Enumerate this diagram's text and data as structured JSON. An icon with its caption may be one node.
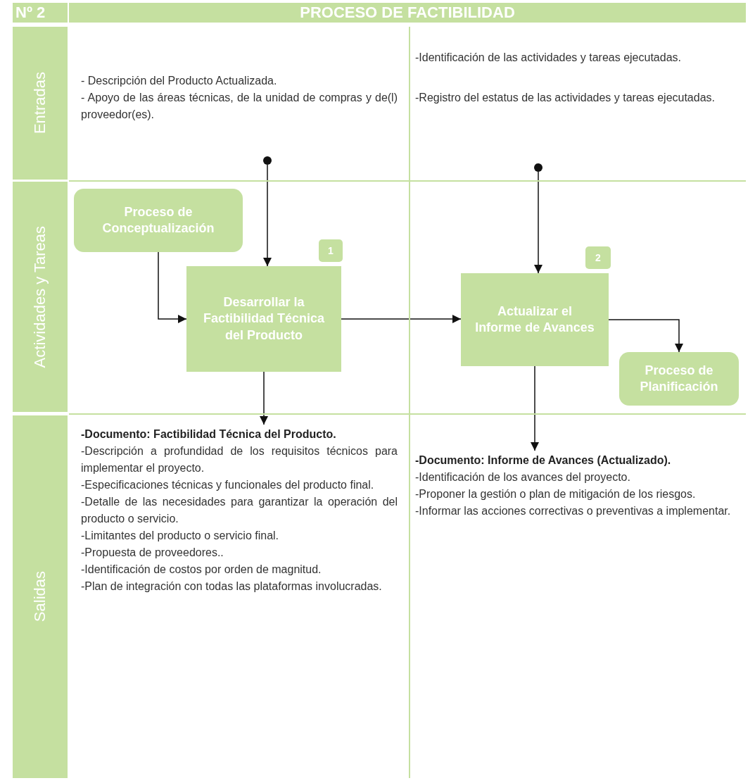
{
  "diagram": {
    "title": "PROCESO DE FACTIBILIDAD",
    "nodes": [
      {
        "text": [
          "Entradas"
        ]
      },
      {
        "text": [
          "Actividades y Tareas"
        ]
      },
      {
        "text": [
          "Salidas"
        ]
      },
      {
        "text": [],
        "shape": "circle"
      },
      {
        "text": [],
        "shape": "circle"
      },
      {
        "text": [
          "Proceso de Conceptualización"
        ]
      },
      {
        "text": [
          "Desarrollar la Factibilidad Técnica del Producto"
        ],
        "beside": [
          "1"
        ]
      },
      {
        "text": [
          "Actualizar el Informe de Avances"
        ],
        "beside": [
          "2"
        ]
      },
      {
        "text": [
          "Proceso de Planificación"
        ]
      },
      {
        "text": [
          "-Documento: Factibilidad Técnica del Producto.",
          "-Descripción a profundidad de los requisitos técnicos para implementar el proyecto.",
          "-Especificaciones técnicas y funcionales del producto final.",
          "-Detalle de las necesidades para garantizar la operación del producto o servicio.",
          "-Limitantes del producto o servicio final.",
          "-Propuesta de proveedores..",
          "-Identificación de costos por orden de magnitud.",
          "-Plan de integración con todas las plataformas involucradas."
        ]
      },
      {
        "text": [
          "-Documento: Informe de Avances (Actualizado).",
          "-Identificación de los avances del proyecto.",
          "-Proponer la gestión o plan de mitigación de los riesgos.",
          "-Informar las acciones correctivas o preventivas a implementar."
        ]
      }
    ],
    "edges": [
      {
        "from": 3,
        "to": 6,
        "arrow": "to"
      },
      {
        "from": 4,
        "to": 7,
        "arrow": "to"
      },
      {
        "from": 5,
        "to": 6,
        "arrow": "to"
      },
      {
        "from": 6,
        "to": 7,
        "arrow": "to"
      },
      {
        "from": 7,
        "to": 8,
        "arrow": "to"
      },
      {
        "from": 6,
        "to": 9,
        "arrow": "to"
      },
      {
        "from": 7,
        "to": 10,
        "arrow": "to"
      }
    ],
    "labels": [
      "Nº 2",
      "- Descripción del Producto Actualizada.",
      "- Apoyo de las áreas técnicas, de la unidad de compras y de(l) proveedor(es).",
      "-Identificación de las actividades y tareas ejecutadas.",
      "-Registro del estatus de las actividades y tareas ejecutadas."
    ]
  }
}
